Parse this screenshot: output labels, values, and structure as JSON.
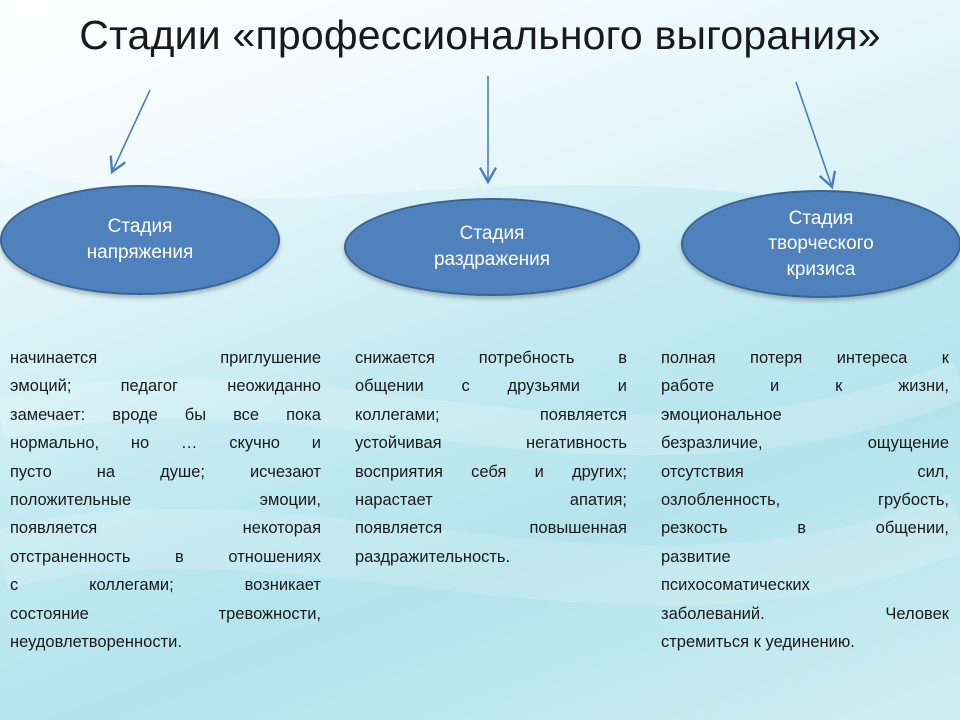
{
  "title": "Стадии «профессионального выгорания»",
  "stages": [
    {
      "label": "Стадия\nнапряжения",
      "lines": [
        [
          "начинается",
          "приглушение"
        ],
        [
          "эмоций;",
          "педагог",
          "неожиданно"
        ],
        [
          "замечает:",
          "вроде",
          "бы",
          "все",
          "пока"
        ],
        [
          "нормально,",
          "но",
          "…",
          "скучно",
          "и"
        ],
        [
          "пусто",
          "на",
          "душе;",
          "исчезают"
        ],
        [
          "положительные",
          "эмоции,"
        ],
        [
          "появляется",
          "некоторая"
        ],
        [
          "отстраненность",
          "в",
          "отношениях"
        ],
        [
          "с",
          "коллегами;",
          "возникает"
        ],
        [
          "состояние",
          "тревожности,"
        ],
        [
          "неудовлетворенности."
        ]
      ]
    },
    {
      "label": "Стадия\nраздражения",
      "lines": [
        [
          "снижается",
          "потребность",
          "в"
        ],
        [
          "общении",
          "с",
          "друзьями",
          "и"
        ],
        [
          "коллегами;",
          "появляется"
        ],
        [
          "устойчивая",
          "негативность"
        ],
        [
          "восприятия",
          "себя",
          "и",
          "других;"
        ],
        [
          "нарастает",
          "апатия;"
        ],
        [
          "появляется",
          "повышенная"
        ],
        [
          "раздражительность."
        ]
      ]
    },
    {
      "label": "Стадия\nтворческого\nкризиса",
      "lines": [
        [
          "полная",
          "потеря",
          "интереса",
          "к"
        ],
        [
          "работе",
          "и",
          "к",
          "жизни,"
        ],
        [
          "эмоциональное"
        ],
        [
          "безразличие,",
          "ощущение"
        ],
        [
          "отсутствия",
          "сил,"
        ],
        [
          "озлобленность,",
          "грубость,"
        ],
        [
          "резкость",
          "в",
          "общении,"
        ],
        [
          "развитие"
        ],
        [
          "психосоматических"
        ],
        [
          "заболеваний.",
          "Человек"
        ],
        [
          "стремиться",
          "к",
          "уединению."
        ]
      ]
    }
  ],
  "colors": {
    "ellipse_fill": "#4f81bd",
    "ellipse_border": "#3a6496",
    "arrow": "#4a7ebb"
  }
}
